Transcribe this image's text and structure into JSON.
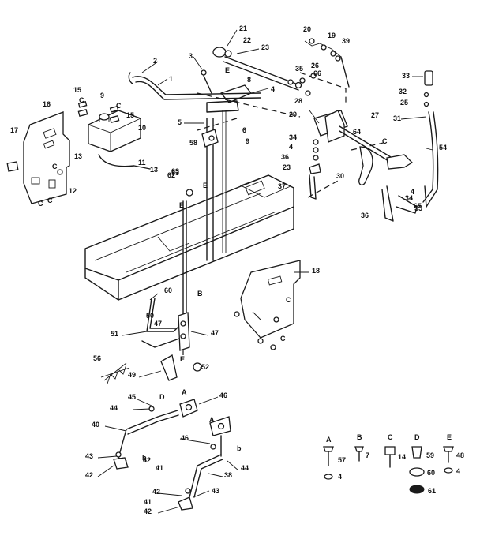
{
  "diagram": {
    "callouts": [
      {
        "id": "c1",
        "text": "1"
      },
      {
        "id": "c2",
        "text": "2"
      },
      {
        "id": "c3",
        "text": "3"
      },
      {
        "id": "c4",
        "text": "4"
      },
      {
        "id": "c5",
        "text": "5"
      },
      {
        "id": "c6",
        "text": "6"
      },
      {
        "id": "c8",
        "text": "8"
      },
      {
        "id": "c9",
        "text": "9"
      },
      {
        "id": "c9b",
        "text": "9"
      },
      {
        "id": "c10",
        "text": "10"
      },
      {
        "id": "c11",
        "text": "11"
      },
      {
        "id": "c12",
        "text": "12"
      },
      {
        "id": "c13a",
        "text": "13"
      },
      {
        "id": "c13b",
        "text": "13"
      },
      {
        "id": "c15",
        "text": "15"
      },
      {
        "id": "c15b",
        "text": "15"
      },
      {
        "id": "c16",
        "text": "16"
      },
      {
        "id": "c17",
        "text": "17"
      },
      {
        "id": "c18",
        "text": "18"
      },
      {
        "id": "c19",
        "text": "19"
      },
      {
        "id": "c20",
        "text": "20"
      },
      {
        "id": "c21",
        "text": "21"
      },
      {
        "id": "c22",
        "text": "22"
      },
      {
        "id": "c23",
        "text": "23"
      },
      {
        "id": "c23b",
        "text": "23"
      },
      {
        "id": "c25",
        "text": "25"
      },
      {
        "id": "c26",
        "text": "26"
      },
      {
        "id": "c27",
        "text": "27"
      },
      {
        "id": "c28",
        "text": "28"
      },
      {
        "id": "c29",
        "text": "29"
      },
      {
        "id": "c30",
        "text": "30"
      },
      {
        "id": "c31",
        "text": "31"
      },
      {
        "id": "c32",
        "text": "32"
      },
      {
        "id": "c33",
        "text": "33"
      },
      {
        "id": "c34",
        "text": "34"
      },
      {
        "id": "c34b",
        "text": "34"
      },
      {
        "id": "c35",
        "text": "35"
      },
      {
        "id": "c36",
        "text": "36"
      },
      {
        "id": "c36b",
        "text": "36"
      },
      {
        "id": "c37",
        "text": "37"
      },
      {
        "id": "c39",
        "text": "39"
      },
      {
        "id": "c40",
        "text": "40"
      },
      {
        "id": "c41a",
        "text": "41"
      },
      {
        "id": "c41b",
        "text": "41"
      },
      {
        "id": "c42a",
        "text": "42"
      },
      {
        "id": "c42b",
        "text": "42"
      },
      {
        "id": "c42c",
        "text": "42"
      },
      {
        "id": "c42d",
        "text": "42"
      },
      {
        "id": "c43a",
        "text": "43"
      },
      {
        "id": "c43b",
        "text": "43"
      },
      {
        "id": "c44a",
        "text": "44"
      },
      {
        "id": "c44b",
        "text": "44"
      },
      {
        "id": "c45",
        "text": "45"
      },
      {
        "id": "c46a",
        "text": "46"
      },
      {
        "id": "c46b",
        "text": "46"
      },
      {
        "id": "c47a",
        "text": "47"
      },
      {
        "id": "c47b",
        "text": "47"
      },
      {
        "id": "c49",
        "text": "49"
      },
      {
        "id": "c50",
        "text": "50"
      },
      {
        "id": "c51",
        "text": "51"
      },
      {
        "id": "c52",
        "text": "52"
      },
      {
        "id": "c53",
        "text": "53"
      },
      {
        "id": "c54",
        "text": "54"
      },
      {
        "id": "c55",
        "text": "55"
      },
      {
        "id": "c56",
        "text": "56"
      },
      {
        "id": "c58",
        "text": "58"
      },
      {
        "id": "c60",
        "text": "60"
      },
      {
        "id": "c62",
        "text": "62"
      },
      {
        "id": "c63",
        "text": "63"
      },
      {
        "id": "c64",
        "text": "64"
      },
      {
        "id": "c65",
        "text": "65"
      },
      {
        "id": "c66",
        "text": "66"
      },
      {
        "id": "c38",
        "text": "38"
      },
      {
        "id": "c4b",
        "text": "4"
      },
      {
        "id": "c4c",
        "text": "4"
      }
    ],
    "letters": [
      {
        "id": "lC1",
        "text": "C"
      },
      {
        "id": "lC2",
        "text": "C"
      },
      {
        "id": "lC3",
        "text": "C"
      },
      {
        "id": "lC4",
        "text": "C"
      },
      {
        "id": "lC5",
        "text": "C"
      },
      {
        "id": "lC6",
        "text": "C"
      },
      {
        "id": "lE1",
        "text": "E"
      },
      {
        "id": "lE2",
        "text": "E"
      },
      {
        "id": "lE3",
        "text": "E"
      },
      {
        "id": "lE4",
        "text": "E"
      },
      {
        "id": "lB1",
        "text": "B"
      },
      {
        "id": "lD1",
        "text": "D"
      },
      {
        "id": "lA1",
        "text": "A"
      },
      {
        "id": "lA2",
        "text": "A"
      },
      {
        "id": "lb1",
        "text": "b"
      },
      {
        "id": "lb2",
        "text": "b"
      },
      {
        "id": "lC7",
        "text": "C"
      },
      {
        "id": "lC8",
        "text": "C"
      }
    ],
    "hardware_key": [
      {
        "letter": "A",
        "part": "57",
        "washer": "4"
      },
      {
        "letter": "B",
        "part": "7",
        "washer": ""
      },
      {
        "letter": "C",
        "part": "14",
        "washer": ""
      },
      {
        "letter": "D",
        "part": "59",
        "washer": "60"
      },
      {
        "letter": "E",
        "part": "48",
        "washer": "4"
      },
      {
        "letter": "",
        "part": "",
        "washer": "61"
      }
    ]
  }
}
